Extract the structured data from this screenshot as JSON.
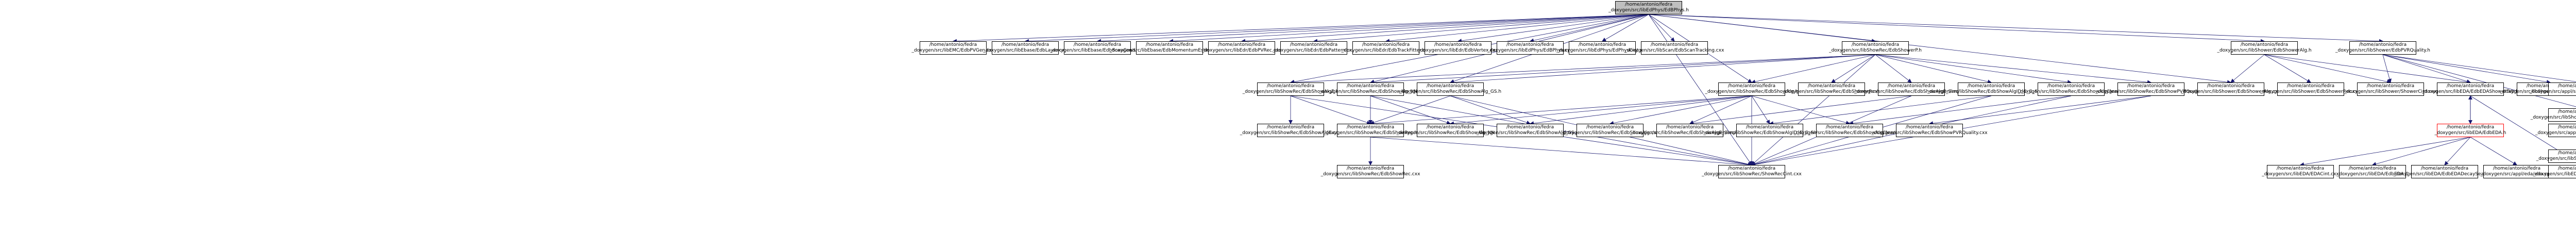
{
  "colors": {
    "edge": "#191970",
    "node_border": "#000000",
    "root_fill": "#bfbfbf",
    "highlight_border": "#ff0000"
  },
  "nodes": [
    {
      "id": "root",
      "l1": "/home/antonio/fedra",
      "l2": "_doxygen/src/libEdPhys/EdBPhys.h"
    },
    {
      "id": "a1",
      "l1": "/home/antonio/fedra",
      "l2": "_doxygen/src/libEMC/EdbPVGen.cxx"
    },
    {
      "id": "a2",
      "l1": "/home/antonio/fedra",
      "l2": "_doxygen/src/libEbase/EdbLayer.cxx"
    },
    {
      "id": "a3",
      "l1": "/home/antonio/fedra",
      "l2": "_doxygen/src/libEbase/EdbScanCond.cxx"
    },
    {
      "id": "a4",
      "l1": "/home/antonio/fedra",
      "l2": "_doxygen/src/libEbase/EdbMomentumEstimator.cxx"
    },
    {
      "id": "a5",
      "l1": "/home/antonio/fedra",
      "l2": "_doxygen/src/libEdr/EdbPVRec.cxx"
    },
    {
      "id": "a6",
      "l1": "/home/antonio/fedra",
      "l2": "_doxygen/src/libEdr/EdbPattern.cxx"
    },
    {
      "id": "a7",
      "l1": "/home/antonio/fedra",
      "l2": "_doxygen/src/libEdr/EdbTrackFitter.cxx"
    },
    {
      "id": "a8",
      "l1": "/home/antonio/fedra",
      "l2": "_doxygen/src/libEdr/EdbVertex.cxx"
    },
    {
      "id": "a9",
      "l1": "/home/antonio/fedra",
      "l2": "_doxygen/src/libEdPhys/EdBPhys.cxx"
    },
    {
      "id": "a10",
      "l1": "/home/antonio/fedra",
      "l2": "_doxygen/src/libEdPhys/EdPhysCint.cxx"
    },
    {
      "id": "a11",
      "l1": "/home/antonio/fedra",
      "l2": "_doxygen/src/libScan/EdbScanTracking.cxx"
    },
    {
      "id": "hb",
      "l1": "/home/antonio/fedra",
      "l2": "_doxygen/src/libShowRec/EdbShowerP.h"
    },
    {
      "id": "sh",
      "l1": "/home/antonio/fedra",
      "l2": "_doxygen/src/libShower/EdbShowerAlg.h"
    },
    {
      "id": "pq",
      "l1": "/home/antonio/fedra",
      "l2": "_doxygen/src/libShower/EdbPVRQuality.h"
    },
    {
      "id": "c1",
      "l1": "/home/antonio/fedra",
      "l2": "_doxygen/src/libShowRec/EdbShowAlgE.h"
    },
    {
      "id": "c2",
      "l1": "/home/antonio/fedra",
      "l2": "_doxygen/src/libShowRec/EdbShowAlg_NN.h"
    },
    {
      "id": "c3",
      "l1": "/home/antonio/fedra",
      "l2": "_doxygen/src/libShowRec/EdbShowAlg_GS.h"
    },
    {
      "id": "c4",
      "l1": "/home/antonio/fedra",
      "l2": "_doxygen/src/libShowRec/EdbShowAlg.h"
    },
    {
      "id": "c5",
      "l1": "/home/antonio/fedra",
      "l2": "_doxygen/src/libShowRec/EdbShowerP.cxx"
    },
    {
      "id": "c6",
      "l1": "/home/antonio/fedra",
      "l2": "_doxygen/src/libShowRec/EdbShowAlgE_Simple.h"
    },
    {
      "id": "c7",
      "l1": "/home/antonio/fedra",
      "l2": "_doxygen/src/libShowRec/EdbShowAlgID_E_G_Simple.h"
    },
    {
      "id": "c8",
      "l1": "/home/antonio/fedra",
      "l2": "_doxygen/src/libShowRec/EdbShowAlgClean.h"
    },
    {
      "id": "c9",
      "l1": "/home/antonio/fedra",
      "l2": "_doxygen/src/libShowRec/EdbShowPVRQuality.h"
    },
    {
      "id": "c10",
      "l1": "/home/antonio/fedra",
      "l2": "_doxygen/src/libShower/EdbShowerAlg.cxx"
    },
    {
      "id": "c11",
      "l1": "/home/antonio/fedra",
      "l2": "_doxygen/src/libShower/EdbShowerRec.cxx"
    },
    {
      "id": "c12",
      "l1": "/home/antonio/fedra",
      "l2": "_doxygen/src/libShower/ShowerCint.cxx"
    },
    {
      "id": "c13",
      "l1": "/home/antonio/fedra",
      "l2": "_doxygen/src/libEDA/EdbEDAShowerTab.h"
    },
    {
      "id": "c14",
      "l1": "/home/antonio/fedra",
      "l2": "_doxygen/src/libShower/EdbPVRQuality.cxx"
    },
    {
      "id": "c15",
      "l1": "/home/antonio/fedra",
      "l2": "_doxygen/src/appl/shower/ShowRecInclude.h"
    },
    {
      "id": "c16",
      "l1": "/home/antonio/fedra",
      "l2": "_doxygen/src/libShowRec/ShowRecInclude.h"
    },
    {
      "id": "d1",
      "l1": "/home/antonio/fedra",
      "l2": "_doxygen/src/libShowRec/EdbShowAlgE.cxx"
    },
    {
      "id": "d2",
      "l1": "/home/antonio/fedra",
      "l2": "_doxygen/src/libShowRec/EdbShowRec.h"
    },
    {
      "id": "d3",
      "l1": "/home/antonio/fedra",
      "l2": "_doxygen/src/libShowRec/EdbShowAlg_NN.cxx"
    },
    {
      "id": "d4",
      "l1": "/home/antonio/fedra",
      "l2": "_doxygen/src/libShowRec/EdbShowAlg_GS.cxx"
    },
    {
      "id": "d5",
      "l1": "/home/antonio/fedra",
      "l2": "_doxygen/src/libShowRec/EdbShowAlg.cxx"
    },
    {
      "id": "d6",
      "l1": "/home/antonio/fedra",
      "l2": "_doxygen/src/libShowRec/EdbShowAlgE_Simple.cxx"
    },
    {
      "id": "d7",
      "l1": "/home/antonio/fedra",
      "l2": "_doxygen/src/libShowRec/EdbShowAlgID_E_G_Simple.cxx"
    },
    {
      "id": "d8",
      "l1": "/home/antonio/fedra",
      "l2": "_doxygen/src/libShowRec/EdbShowAlgClean.cxx"
    },
    {
      "id": "d9",
      "l1": "/home/antonio/fedra",
      "l2": "_doxygen/src/libShowRec/EdbShowPVRQuality.cxx"
    },
    {
      "id": "d10",
      "l1": "/home/antonio/fedra",
      "l2": "_doxygen/src/libEDA/EdbEDA.h"
    },
    {
      "id": "d11",
      "l1": "/home/antonio/fedra",
      "l2": "_doxygen/src/appl/shower/ShowRec.cpp"
    },
    {
      "id": "d12",
      "l1": "/home/antonio/fedra",
      "l2": "_doxygen/src/libShowRec/ShowRec.cpp"
    },
    {
      "id": "e1",
      "l1": "/home/antonio/fedra",
      "l2": "_doxygen/src/libShowRec/EdbShowRec.cxx"
    },
    {
      "id": "e2",
      "l1": "/home/antonio/fedra",
      "l2": "_doxygen/src/libShowRec/ShowRecCint.cxx"
    },
    {
      "id": "e3",
      "l1": "/home/antonio/fedra",
      "l2": "_doxygen/src/libEDA/EDACint.cxx"
    },
    {
      "id": "e4",
      "l1": "/home/antonio/fedra",
      "l2": "_doxygen/src/libEDA/EdbEDA.C"
    },
    {
      "id": "e5",
      "l1": "/home/antonio/fedra",
      "l2": "_doxygen/src/libEDA/EdbEDADecaySearch.C"
    },
    {
      "id": "e6",
      "l1": "/home/antonio/fedra",
      "l2": "_doxygen/src/appl/eda/eda.cpp"
    },
    {
      "id": "e7",
      "l1": "/home/antonio/fedra",
      "l2": "_doxygen/src/libEDA/EdbEDAShowerTab.C"
    }
  ]
}
